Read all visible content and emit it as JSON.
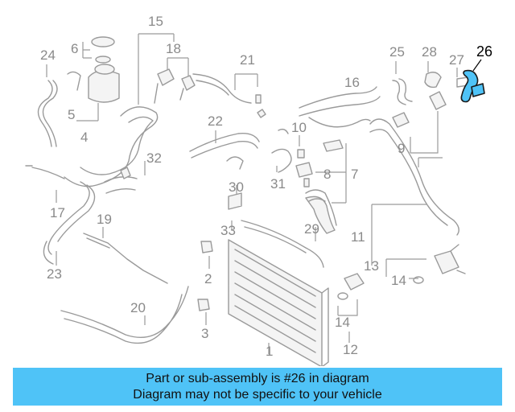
{
  "highlight": {
    "part_number": "26",
    "color": "#4fc3f7"
  },
  "callouts": [
    "15",
    "24",
    "6",
    "18",
    "21",
    "25",
    "28",
    "27",
    "26",
    "16",
    "5",
    "4",
    "22",
    "10",
    "32",
    "9",
    "8",
    "7",
    "31",
    "17",
    "19",
    "30",
    "11",
    "29",
    "33",
    "13",
    "14",
    "23",
    "2",
    "20",
    "14",
    "3",
    "1",
    "12"
  ],
  "banner": {
    "line1": "Part or sub-assembly is #26 in diagram",
    "line2": "Diagram may not be specific to your vehicle",
    "color": "#4fc3f7"
  }
}
